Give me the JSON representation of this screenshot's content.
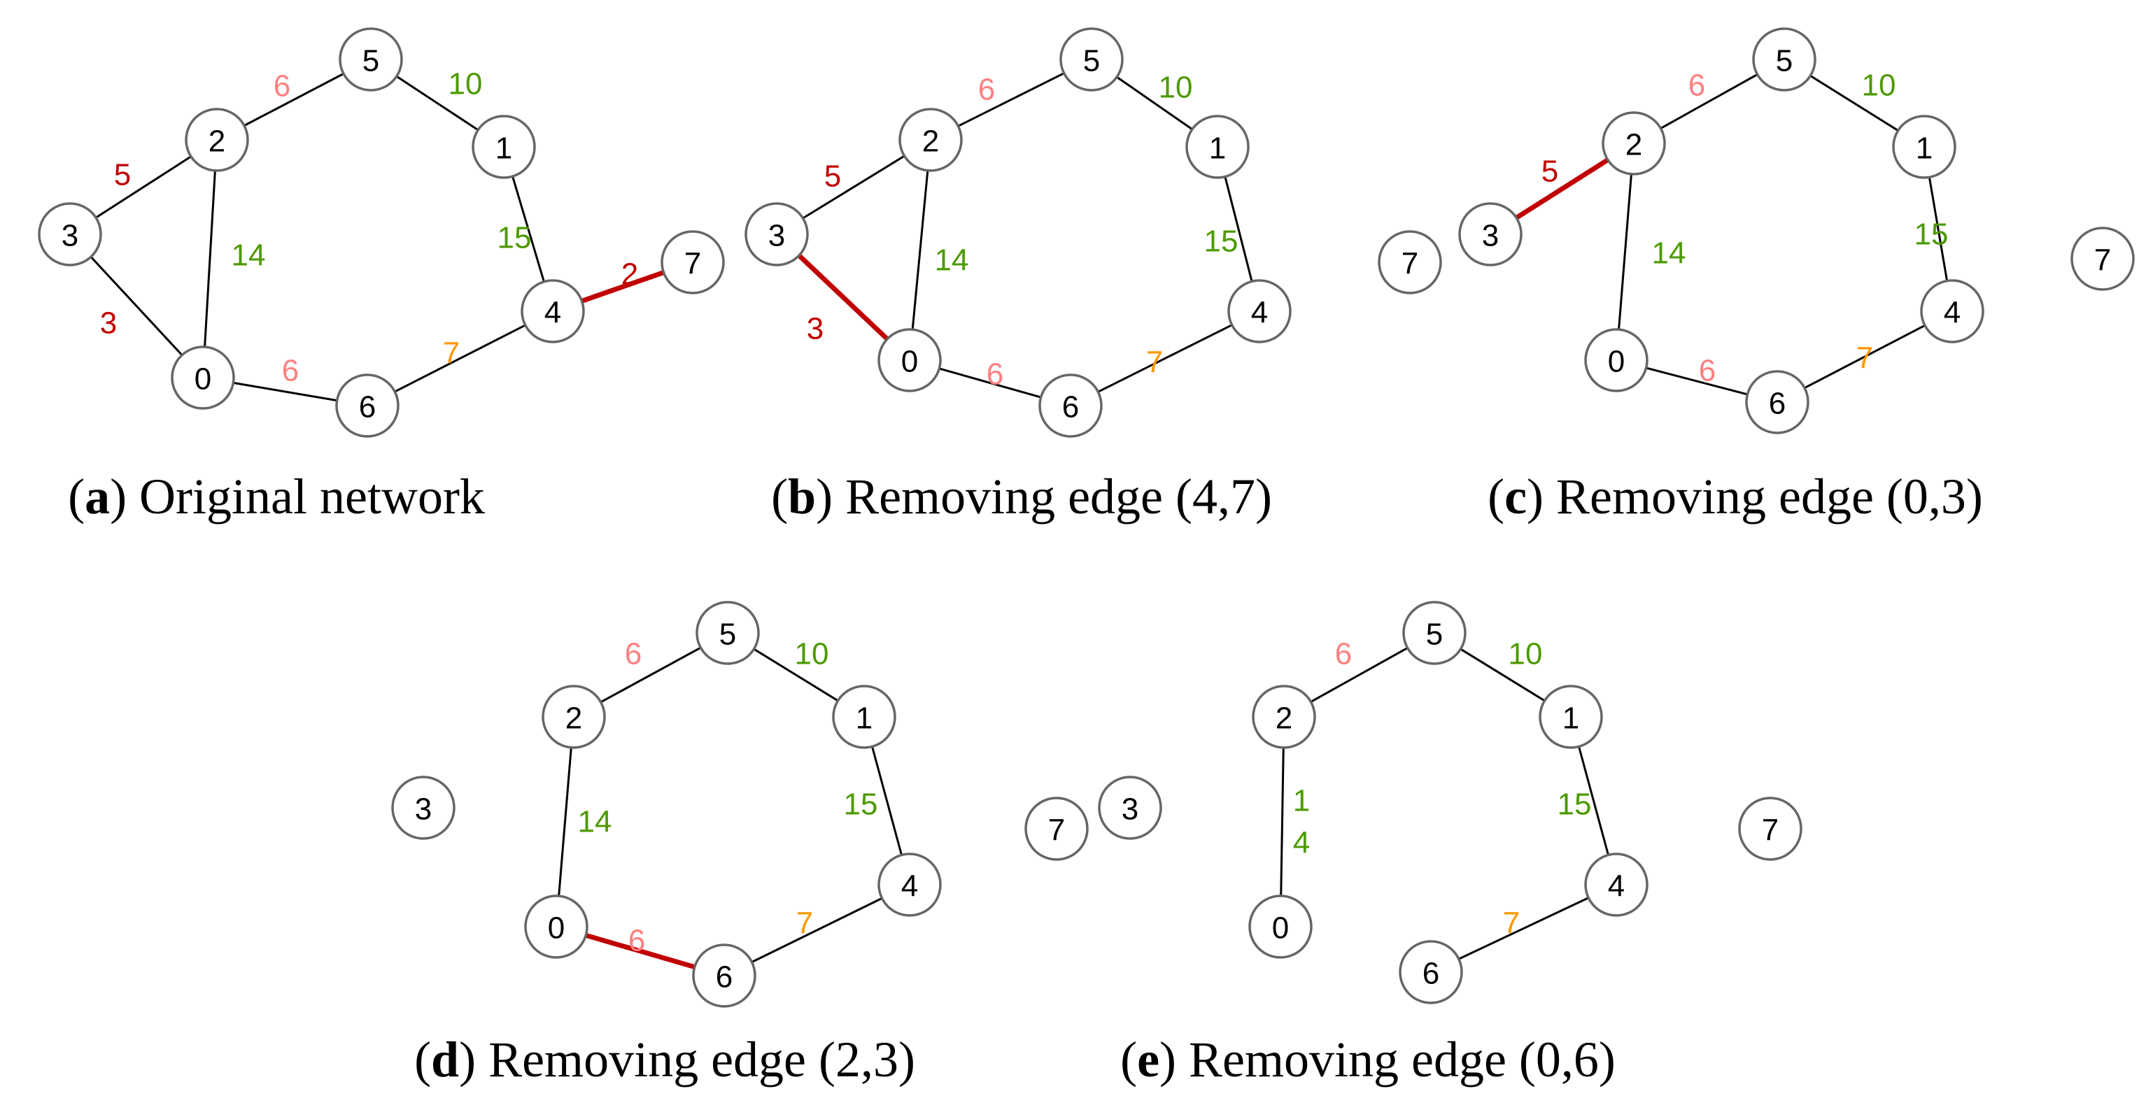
{
  "colors": {
    "highlight_edge": "#c00000",
    "weight_red": "#c00000",
    "weight_pink": "#ff8080",
    "weight_green": "#4c9a00",
    "weight_orange": "#ff9900",
    "node_stroke": "#666666"
  },
  "panels": [
    {
      "id": "a",
      "caption": {
        "letter": "a",
        "text": "Original network"
      },
      "nodes": [
        "0",
        "1",
        "2",
        "3",
        "4",
        "5",
        "6",
        "7"
      ],
      "edges": [
        {
          "source": "2",
          "target": "5",
          "weight": "6",
          "color": "pink"
        },
        {
          "source": "5",
          "target": "1",
          "weight": "10",
          "color": "green"
        },
        {
          "source": "3",
          "target": "2",
          "weight": "5",
          "color": "red"
        },
        {
          "source": "2",
          "target": "0",
          "weight": "14",
          "color": "green"
        },
        {
          "source": "3",
          "target": "0",
          "weight": "3",
          "color": "red"
        },
        {
          "source": "1",
          "target": "4",
          "weight": "15",
          "color": "green"
        },
        {
          "source": "4",
          "target": "7",
          "weight": "2",
          "color": "red",
          "removed_next": true
        },
        {
          "source": "0",
          "target": "6",
          "weight": "6",
          "color": "pink"
        },
        {
          "source": "6",
          "target": "4",
          "weight": "7",
          "color": "orange"
        }
      ]
    },
    {
      "id": "b",
      "caption": {
        "letter": "b",
        "text": "Removing edge (4,7)"
      },
      "nodes": [
        "0",
        "1",
        "2",
        "3",
        "4",
        "5",
        "6"
      ],
      "edges": [
        {
          "source": "2",
          "target": "5",
          "weight": "6",
          "color": "pink"
        },
        {
          "source": "5",
          "target": "1",
          "weight": "10",
          "color": "green"
        },
        {
          "source": "3",
          "target": "2",
          "weight": "5",
          "color": "red"
        },
        {
          "source": "2",
          "target": "0",
          "weight": "14",
          "color": "green"
        },
        {
          "source": "3",
          "target": "0",
          "weight": "3",
          "color": "red",
          "removed_next": true
        },
        {
          "source": "1",
          "target": "4",
          "weight": "15",
          "color": "green"
        },
        {
          "source": "0",
          "target": "6",
          "weight": "6",
          "color": "pink"
        },
        {
          "source": "6",
          "target": "4",
          "weight": "7",
          "color": "orange"
        }
      ]
    },
    {
      "id": "c",
      "caption": {
        "letter": "c",
        "text": "Removing edge (0,3)"
      },
      "nodes": [
        "7",
        "3",
        "2",
        "5",
        "1",
        "4",
        "0",
        "6",
        "7"
      ],
      "edges": [
        {
          "source": "2",
          "target": "5",
          "weight": "6",
          "color": "pink"
        },
        {
          "source": "5",
          "target": "1",
          "weight": "10",
          "color": "green"
        },
        {
          "source": "3",
          "target": "2",
          "weight": "5",
          "color": "red",
          "removed_next": true
        },
        {
          "source": "2",
          "target": "0",
          "weight": "14",
          "color": "green"
        },
        {
          "source": "1",
          "target": "4",
          "weight": "15",
          "color": "green"
        },
        {
          "source": "0",
          "target": "6",
          "weight": "6",
          "color": "pink"
        },
        {
          "source": "6",
          "target": "4",
          "weight": "7",
          "color": "orange"
        }
      ]
    },
    {
      "id": "d",
      "caption": {
        "letter": "d",
        "text": "Removing edge (2,3)"
      },
      "nodes": [
        "3",
        "2",
        "5",
        "1",
        "4",
        "0",
        "6",
        "7"
      ],
      "edges": [
        {
          "source": "2",
          "target": "5",
          "weight": "6",
          "color": "pink"
        },
        {
          "source": "5",
          "target": "1",
          "weight": "10",
          "color": "green"
        },
        {
          "source": "2",
          "target": "0",
          "weight": "14",
          "color": "green"
        },
        {
          "source": "1",
          "target": "4",
          "weight": "15",
          "color": "green"
        },
        {
          "source": "0",
          "target": "6",
          "weight": "6",
          "color": "pink",
          "removed_next": true
        },
        {
          "source": "6",
          "target": "4",
          "weight": "7",
          "color": "orange"
        }
      ]
    },
    {
      "id": "e",
      "caption": {
        "letter": "e",
        "text": "Removing edge (0,6)"
      },
      "nodes": [
        "3",
        "2",
        "5",
        "1",
        "4",
        "0",
        "6",
        "7"
      ],
      "edges": [
        {
          "source": "2",
          "target": "5",
          "weight": "6",
          "color": "pink"
        },
        {
          "source": "5",
          "target": "1",
          "weight": "10",
          "color": "green"
        },
        {
          "source": "2",
          "target": "0",
          "weight": "14",
          "color": "green",
          "weight_stacked": [
            "1",
            "4"
          ]
        },
        {
          "source": "1",
          "target": "4",
          "weight": "15",
          "color": "green"
        },
        {
          "source": "6",
          "target": "4",
          "weight": "7",
          "color": "orange"
        }
      ]
    }
  ]
}
